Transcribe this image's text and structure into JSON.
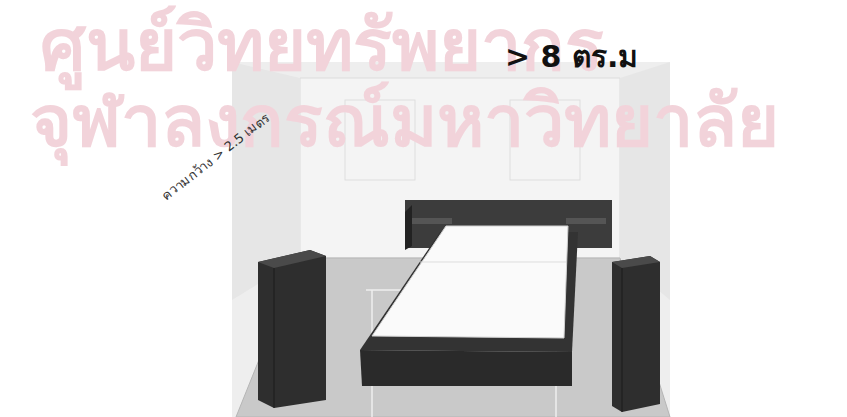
{
  "diagram": {
    "labels": [
      "ศูนย์วิทยทรัพยากร",
      "จุฬาลงกรณ์มหาวิทยาลัย",
      "> 8 ตร.ม",
      "ความกว้าง > 2.5 เมตร"
    ]
  }
}
